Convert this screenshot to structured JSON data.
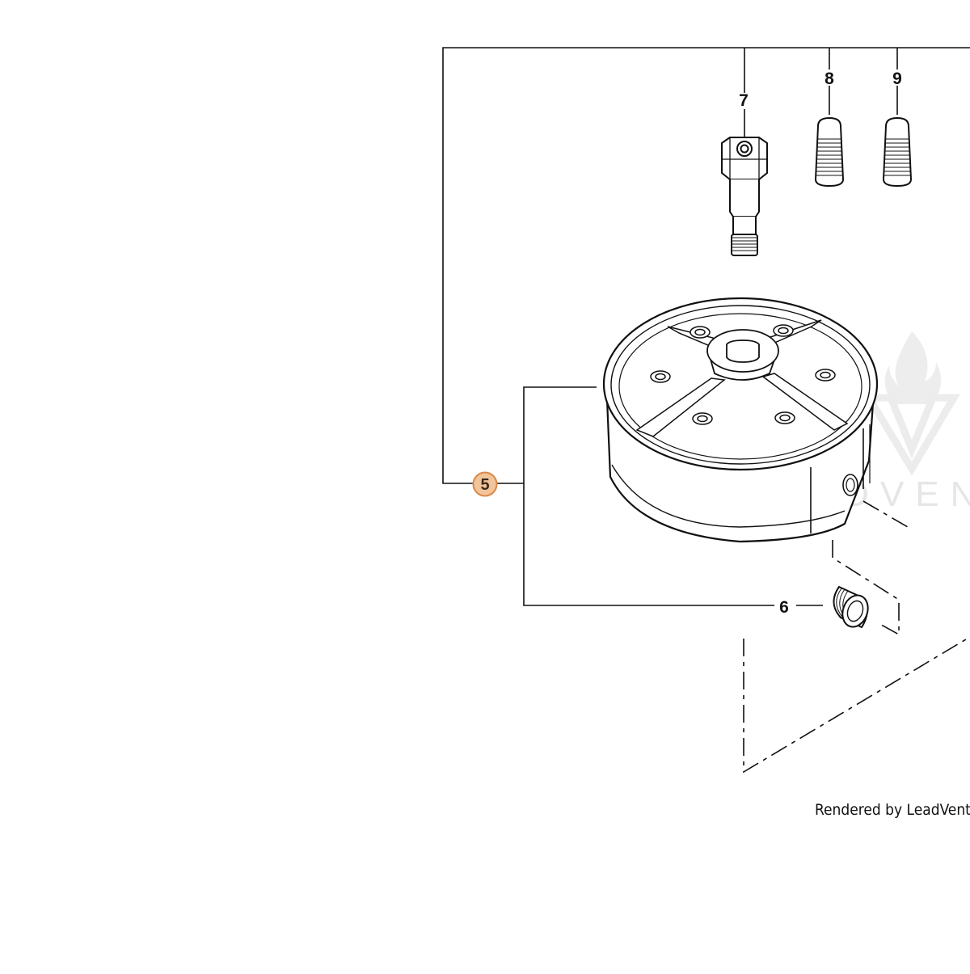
{
  "callouts": [
    {
      "id": "5",
      "label": "5",
      "highlighted": true
    },
    {
      "id": "6",
      "label": "6",
      "highlighted": false
    },
    {
      "id": "7",
      "label": "7",
      "highlighted": false
    },
    {
      "id": "8",
      "label": "8",
      "highlighted": false
    },
    {
      "id": "9",
      "label": "9",
      "highlighted": false
    }
  ],
  "credit": "Rendered by LeadVentu",
  "watermark": {
    "text": "LEADVENT",
    "color": "#e6e6e6"
  },
  "colors": {
    "line": "#111111",
    "highlight_fill": "#f2c49a",
    "highlight_stroke": "#d9894a",
    "part_fill": "#ffffff"
  }
}
